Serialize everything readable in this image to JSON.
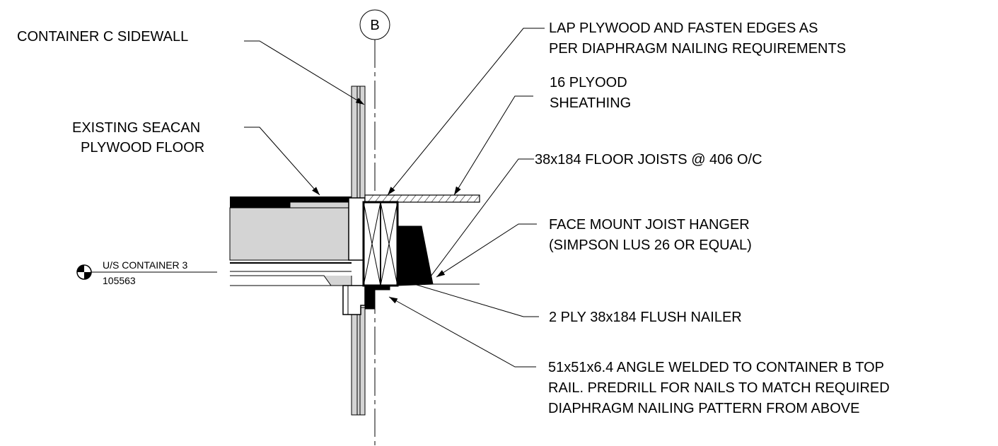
{
  "grid": {
    "bubble": "B"
  },
  "level": {
    "name": "U/S CONTAINER 3",
    "elevation": "105563"
  },
  "callouts": {
    "sidewall": "CONTAINER C SIDEWALL",
    "floor": [
      "EXISTING SEACAN",
      "PLYWOOD FLOOR"
    ],
    "lap": [
      "LAP PLYWOOD AND FASTEN EDGES AS",
      "PER DIAPHRAGM NAILING REQUIREMENTS"
    ],
    "sheathing": [
      "16 PLYOOD",
      "SHEATHING"
    ],
    "joists": "38x184 FLOOR JOISTS @ 406 O/C",
    "hanger": [
      "FACE MOUNT JOIST HANGER",
      "(SIMPSON LUS 26 OR EQUAL)"
    ],
    "nailer": "2 PLY 38x184 FLUSH NAILER",
    "angle": [
      "51x51x6.4 ANGLE WELDED TO CONTAINER B TOP",
      "RAIL. PREDRILL FOR NAILS TO MATCH REQUIRED",
      "DIAPHRAGM NAILING PATTERN FROM ABOVE"
    ]
  },
  "colors": {
    "fill_gray": "#d4d4d4",
    "line": "#000000"
  }
}
